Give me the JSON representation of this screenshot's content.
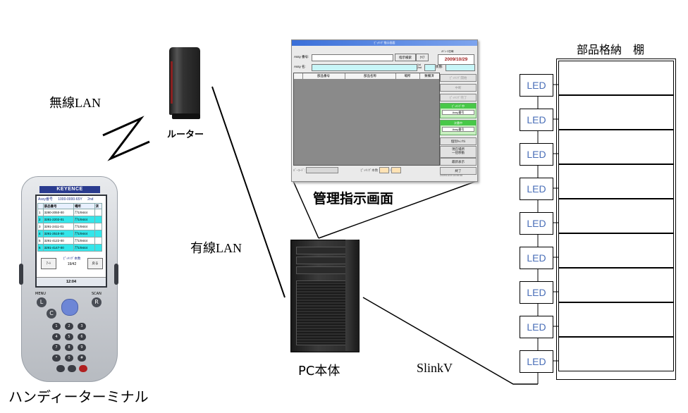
{
  "labels": {
    "wireless_lan": "無線LAN",
    "router": "ルーター",
    "management_screen": "管理指示画面",
    "wired_lan": "有線LAN",
    "pc": "PC本体",
    "slink": "SlinkV",
    "terminal": "ハンディーターミナル",
    "shelf": "部品格納　棚",
    "led": "LED"
  },
  "terminal": {
    "brand": "KEYENCE",
    "screen_header": [
      "Assy番号",
      "1000-0000-65Y",
      "2nd"
    ],
    "columns": [
      "",
      "部品番号",
      "場所",
      "済"
    ],
    "rows": [
      [
        "1",
        "3280-2050-00",
        "ｱｱ1/9444"
      ],
      [
        "2",
        "3281-2202-01",
        "ｱｱ1/9444"
      ],
      [
        "3",
        "3291-2411-01",
        "ｱｱ1/9444"
      ],
      [
        "4",
        "3291-2510-00",
        "ｱｱ1/9444"
      ],
      [
        "5",
        "3291-4122-00",
        "ｱｱ1/9444"
      ],
      [
        "6",
        "3291-4147-00",
        "ｱｱ1/9444"
      ]
    ],
    "highlighted_rows": [
      1,
      3,
      5
    ],
    "left_button": "ｱｰﾄ",
    "right_button": "戻る",
    "picking_label": "ﾋﾟｯｷﾝｸﾞ本数",
    "picking_value": "19/42",
    "clock": "12:04",
    "key_labels": [
      "MENU",
      "SCAN",
      "L",
      "R",
      "C",
      "1",
      "2",
      "3",
      "4",
      "5",
      "6",
      "7",
      "8",
      "9",
      "*",
      "0",
      "#"
    ]
  },
  "management_screen": {
    "title": "ﾋﾟｯｷﾝｸﾞ指示画面",
    "assy_no_label": "Assy 番号:",
    "assy_name_label": "Assy 名:",
    "btn_search": "指示検索",
    "btn_clear": "ｸﾘｱ",
    "datetime_label": "ｵﾍﾟﾚｰﾀ日時",
    "datetime": "2009/10/29 09:18:18",
    "order_labels": [
      "1st",
      "2nd"
    ],
    "state_label": "状態:",
    "grid_columns": [
      "",
      "部品番号",
      "部品名称",
      "場所",
      "数備済"
    ],
    "right_buttons": [
      "ﾋﾟｯｷﾝｸﾞ開始",
      "中断",
      "ﾋﾟｯｷﾝｸﾞ完了"
    ],
    "group1_label": "ﾋﾟｯｷﾝｸﾞ中",
    "group1_field": "Assy番号",
    "group2_label": "次番中",
    "group2_field": "Assy番号",
    "lower_buttons": [
      "個別ｷｬﾝｾﾙ",
      "現在場所\n一括移動",
      "最新表示",
      "終了"
    ],
    "barcode_label": "ﾊﾞｰｺｰﾄﾞ:",
    "picking_count_label": "ﾋﾟｯｷﾝｸﾞ本数",
    "status_text": "2009/10/29 15:55:58"
  },
  "shelf": {
    "rows": 9
  },
  "colors": {
    "led_text": "#4a6fb8",
    "cyan_row": "#33e6ea",
    "line": "#000000"
  }
}
